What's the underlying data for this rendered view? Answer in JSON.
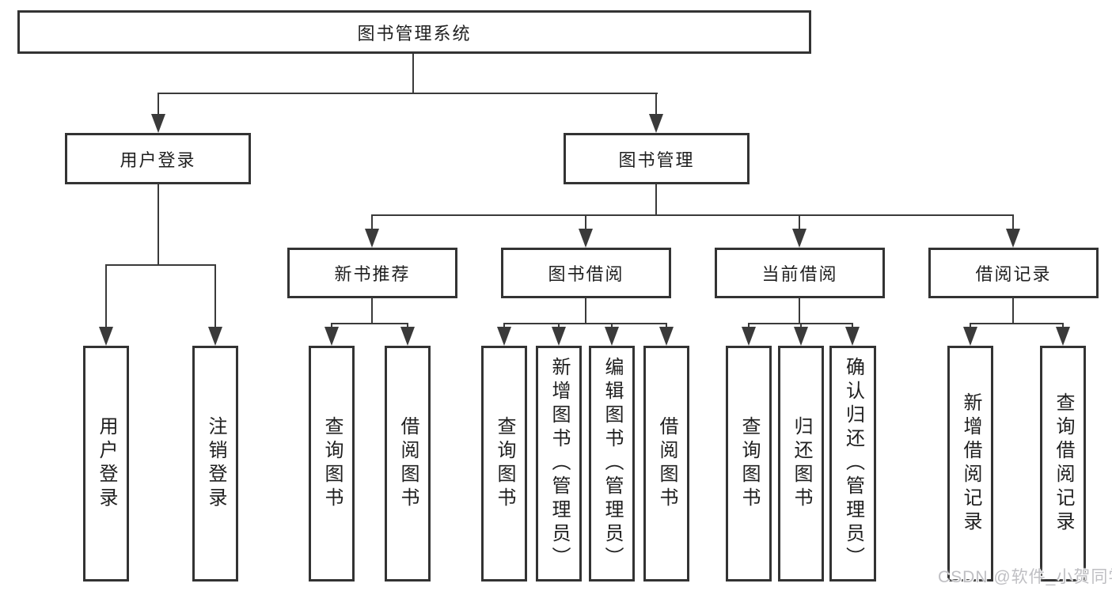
{
  "nodes": {
    "root": {
      "label": "图书管理系统"
    },
    "level2": [
      {
        "label": "用户登录"
      },
      {
        "label": "图书管理"
      }
    ],
    "level3": [
      {
        "label": "新书推荐"
      },
      {
        "label": "图书借阅"
      },
      {
        "label": "当前借阅"
      },
      {
        "label": "借阅记录"
      }
    ],
    "leaves": [
      {
        "label": "用户登录"
      },
      {
        "label": "注销登录"
      },
      {
        "label": "查询图书"
      },
      {
        "label": "借阅图书"
      },
      {
        "label": "查询图书"
      },
      {
        "label": "新增图书（管理员）"
      },
      {
        "label": "编辑图书（管理员）"
      },
      {
        "label": "借阅图书"
      },
      {
        "label": "查询图书"
      },
      {
        "label": "归还图书"
      },
      {
        "label": "确认归还（管理员）"
      },
      {
        "label": "新增借阅记录"
      },
      {
        "label": "查询借阅记录"
      }
    ]
  },
  "watermark": {
    "text": "CSDN @软件_小贺同学"
  },
  "colors": {
    "line": "#3a3a3a",
    "border": "#333333",
    "text": "#1f1f1f",
    "watermark": "#bfbfc3",
    "background": "#ffffff"
  }
}
